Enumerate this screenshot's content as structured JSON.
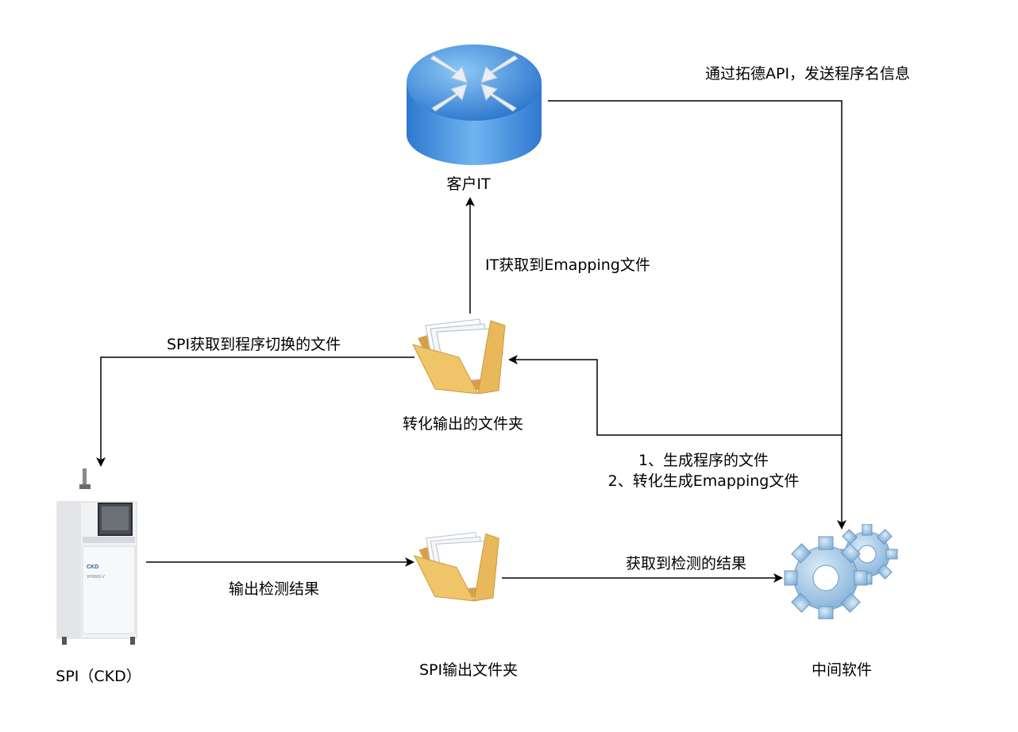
{
  "nodes": {
    "router": {
      "label": "客户IT",
      "icon": "router-icon"
    },
    "transfer_folder": {
      "label": "转化输出的文件夹",
      "icon": "folder-icon"
    },
    "spi_machine": {
      "label": "SPI（CKD）",
      "icon": "spi-machine-icon",
      "brand": "CKD",
      "model": "VP9000-V"
    },
    "spi_folder": {
      "label": "SPI输出文件夹",
      "icon": "folder-icon"
    },
    "middleware": {
      "label": "中间软件",
      "icon": "gears-icon"
    }
  },
  "edges": {
    "api_send": "通过拓德API，发送程序名信息",
    "it_get": "IT获取到Emapping文件",
    "spi_get": "SPI获取到程序切换的文件",
    "generate_line1": "1、生成程序的文件",
    "generate_line2": "2、转化生成Emapping文件",
    "output_result": "输出检测结果",
    "get_result": "获取到检测的结果"
  },
  "colors": {
    "router_blue": "#3d8fe0",
    "folder_tan": "#e8b85a",
    "gear_blue": "#9cc2e4",
    "line": "#000000"
  }
}
